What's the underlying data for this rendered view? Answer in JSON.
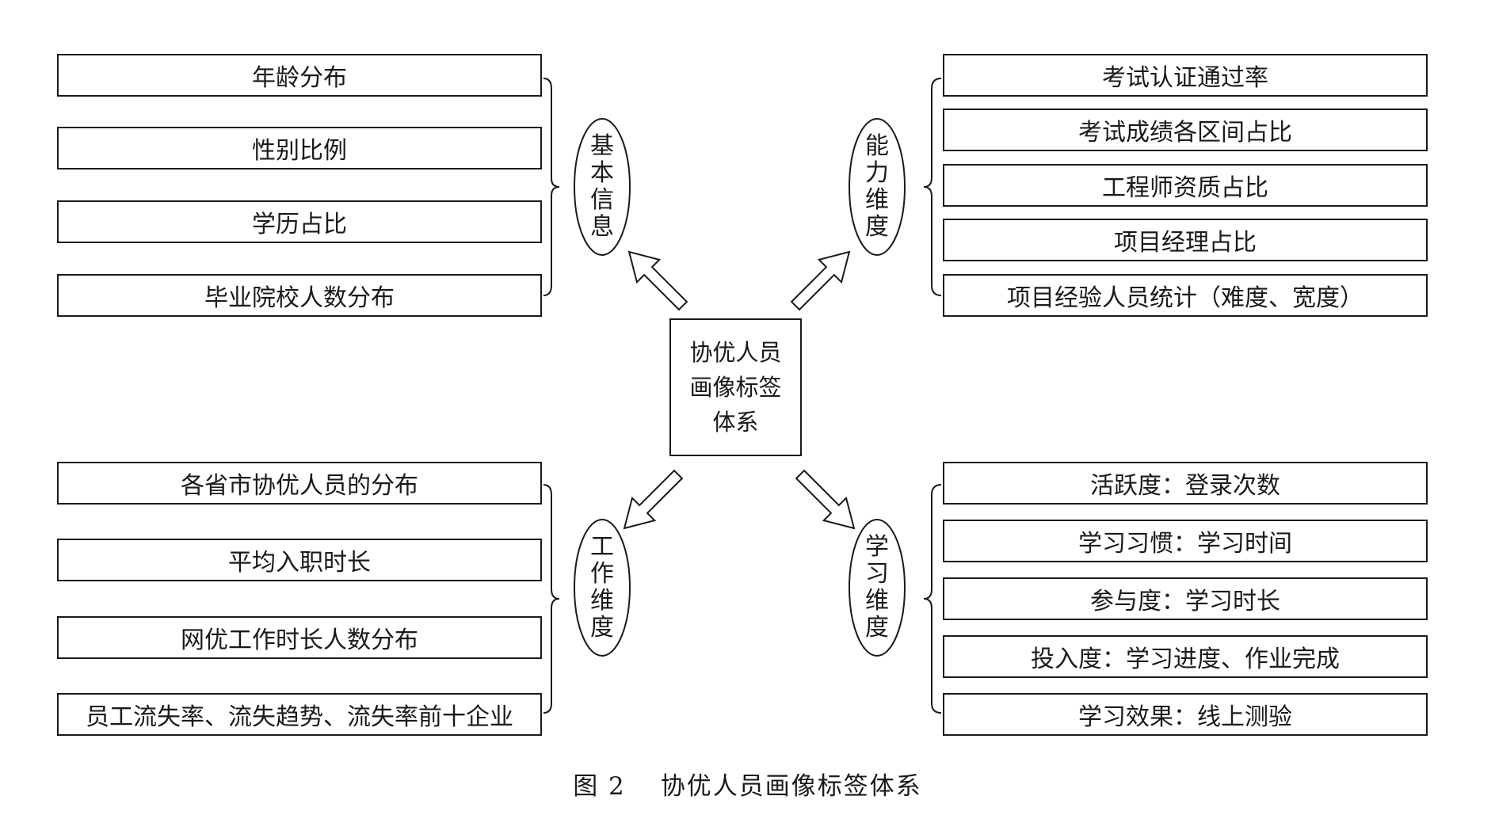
{
  "center": {
    "lines": [
      "协优人员",
      "画像标签",
      "体系"
    ]
  },
  "categories": {
    "basic": "基本信息",
    "ability": "能力维度",
    "work": "工作维度",
    "learning": "学习维度"
  },
  "basic_items": [
    "年龄分布",
    "性别比例",
    "学历占比",
    "毕业院校人数分布"
  ],
  "ability_items": [
    "考试认证通过率",
    "考试成绩各区间占比",
    "工程师资质占比",
    "项目经理占比",
    "项目经验人员统计（难度、宽度）"
  ],
  "work_items": [
    "各省市协优人员的分布",
    "平均入职时长",
    "网优工作时长人数分布",
    "员工流失率、流失趋势、流失率前十企业"
  ],
  "learning_items": [
    "活跃度：登录次数",
    "学习习惯：学习时间",
    "参与度：学习时长",
    "投入度：学习进度、作业完成",
    "学习效果：线上测验"
  ],
  "caption": {
    "number": "图 2",
    "title": "协优人员画像标签体系"
  }
}
